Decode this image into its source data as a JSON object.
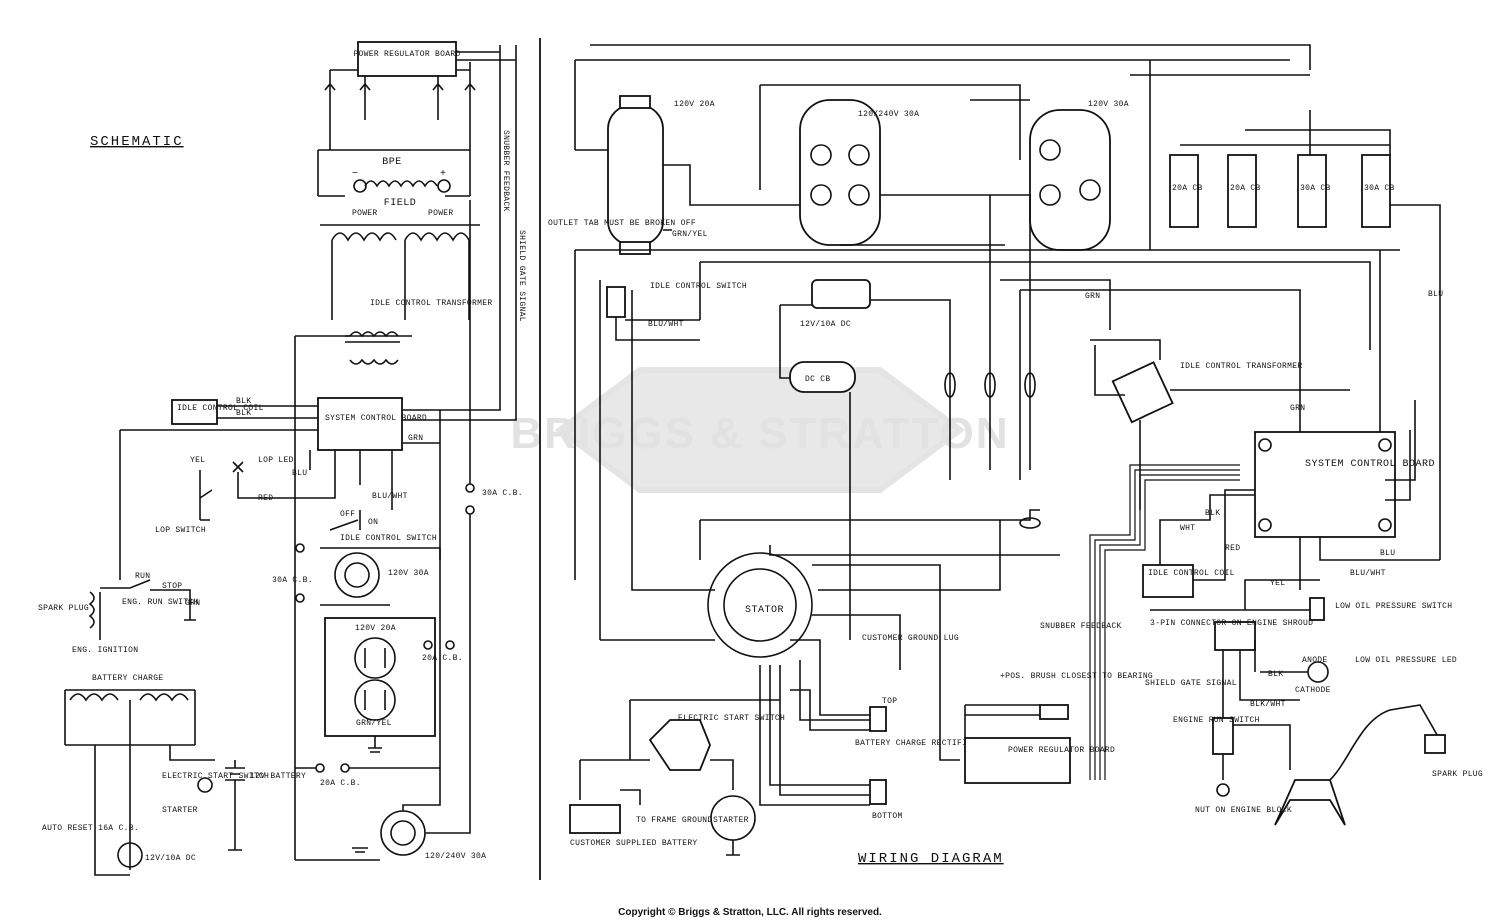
{
  "titles": {
    "schematic": "SCHEMATIC",
    "wiring": "WIRING DIAGRAM"
  },
  "watermark": "BRIGGS & STRATTON",
  "copyright": "Copyright © Briggs & Stratton, LLC. All rights reserved.",
  "schematic": {
    "power_regulator_board": "POWER REGULATOR BOARD",
    "bpe": "BPE",
    "field": "FIELD",
    "power_left": "POWER",
    "power_right": "POWER",
    "idle_transformer": "IDLE CONTROL TRANSFORMER",
    "idle_control_coil": "IDLE CONTROL COIL",
    "system_control_board": "SYSTEM CONTROL BOARD",
    "lop_led": "LOP LED",
    "lop_switch": "LOP SWITCH",
    "idle_control_switch": "IDLE CONTROL SWITCH",
    "off": "OFF",
    "on": "ON",
    "spark_plug": "SPARK PLUG",
    "eng_ignition": "ENG. IGNITION",
    "run": "RUN",
    "stop": "STOP",
    "eng_run_switch": "ENG. RUN SWITCH",
    "battery_charge": "BATTERY CHARGE",
    "electric_start_switch": "ELECTRIC START SWITCH",
    "starter": "STARTER",
    "battery": "12V BATTERY",
    "auto_reset": "AUTO RESET 16A C.B.",
    "dc_cb": "12V/10A DC",
    "snubber_feedback": "SNUBBER FEEDBACK",
    "shield_gate_signal": "SHIELD GATE SIGNAL",
    "outlet_120v": "120V 30A",
    "duplex_120v": "120V 20A",
    "outlet_120_240": "120/240V 30A",
    "cb_30a": "30A C.B.",
    "cb_20a": "20A C.B.",
    "wire_labels": [
      "BLK",
      "BLK",
      "GRN",
      "BLU",
      "RED",
      "BLU/WHT",
      "YEL",
      "GRN/YEL",
      "GRN"
    ]
  },
  "wiring": {
    "outlet_120v_20a": "120V 20A",
    "outlet_120_240_30a": "120/240V 30A",
    "outlet_120v_30a": "120V 30A",
    "outlet_tab_note": "OUTLET TAB MUST BE BROKEN OFF",
    "grn_yel": "GRN/YEL",
    "idle_control_switch": "IDLE CONTROL SWITCH",
    "blu_wht": "BLU/WHT",
    "dc_receptacle": "12V/10A DC",
    "dc_cb": "DC CB",
    "cb_labels": [
      "20A CB",
      "20A CB",
      "30A CB",
      "30A CB"
    ],
    "idle_control_transformer": "IDLE CONTROL TRANSFORMER",
    "system_control_board": "SYSTEM CONTROL BOARD",
    "stator": "STATOR",
    "idle_control_coil": "IDLE CONTROL COIL",
    "low_oil_pressure_switch": "LOW OIL PRESSURE SWITCH",
    "low_oil_pressure_led": "LOW OIL PRESSURE LED",
    "anode": "ANODE",
    "cathode": "CATHODE",
    "connector_3pin": "3-PIN CONNECTOR ON ENGINE SHROUD",
    "snubber_feedback": "SNUBBER FEEDBACK",
    "shield_gate_signal": "SHIELD GATE SIGNAL",
    "pos_brush": "+POS. BRUSH CLOSEST TO BEARING",
    "power_regulator_board": "POWER REGULATOR BOARD",
    "customer_ground_lug": "CUSTOMER GROUND LUG",
    "battery_charge_rectifier": "BATTERY CHARGE RECTIFIER",
    "top": "TOP",
    "bottom": "BOTTOM",
    "electric_start_switch": "ELECTRIC START SWITCH",
    "starter": "STARTER",
    "customer_battery": "CUSTOMER SUPPLIED BATTERY",
    "frame_ground": "TO FRAME GROUND",
    "engine_run_switch": "ENGINE RUN SWITCH",
    "nut_engine_block": "NUT ON ENGINE BLOCK",
    "spark_plug": "SPARK PLUG",
    "wire_labels": [
      "BLU",
      "GRN",
      "GRN",
      "BLK",
      "WHT",
      "RED",
      "YEL",
      "BLK",
      "BLK/WHT",
      "BLU",
      "BLU/WHT"
    ]
  }
}
